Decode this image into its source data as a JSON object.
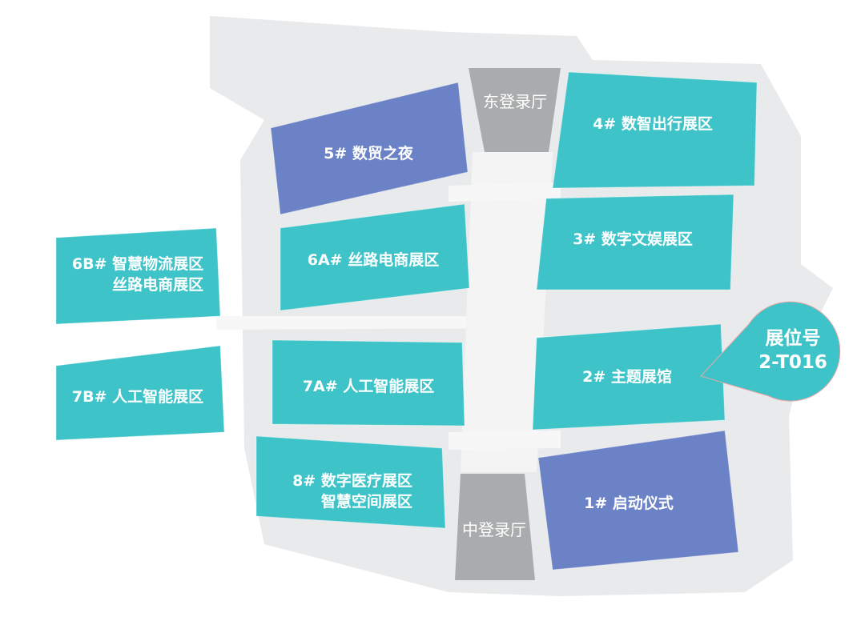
{
  "colors": {
    "teal": "#3ec4c8",
    "blue": "#6c82c6",
    "hall_gray": "#a9abad",
    "site": "#e9eaeb",
    "road": "#f6f6f6"
  },
  "halls": [
    {
      "id": "5",
      "lines": [
        "5# 数贸之夜"
      ],
      "color": "blue"
    },
    {
      "id": "4",
      "lines": [
        "4# 数智出行展区"
      ],
      "color": "teal"
    },
    {
      "id": "6A",
      "lines": [
        "6A# 丝路电商展区"
      ],
      "color": "teal"
    },
    {
      "id": "3",
      "lines": [
        "3# 数字文娱展区"
      ],
      "color": "teal"
    },
    {
      "id": "6B",
      "lines": [
        "6B# 智慧物流展区",
        "丝路电商展区"
      ],
      "color": "teal"
    },
    {
      "id": "7B",
      "lines": [
        "7B# 人工智能展区"
      ],
      "color": "teal"
    },
    {
      "id": "7A",
      "lines": [
        "7A# 人工智能展区"
      ],
      "color": "teal"
    },
    {
      "id": "2",
      "lines": [
        "2# 主题展馆"
      ],
      "color": "teal"
    },
    {
      "id": "8",
      "lines": [
        "8# 数字医疗展区",
        "智慧空间展区"
      ],
      "color": "teal"
    },
    {
      "id": "1",
      "lines": [
        "1# 启动仪式"
      ],
      "color": "blue"
    }
  ],
  "lobbies": {
    "east": "东登录厅",
    "middle": "中登录厅"
  },
  "callout": {
    "title": "展位号",
    "booth": "2-T016"
  }
}
